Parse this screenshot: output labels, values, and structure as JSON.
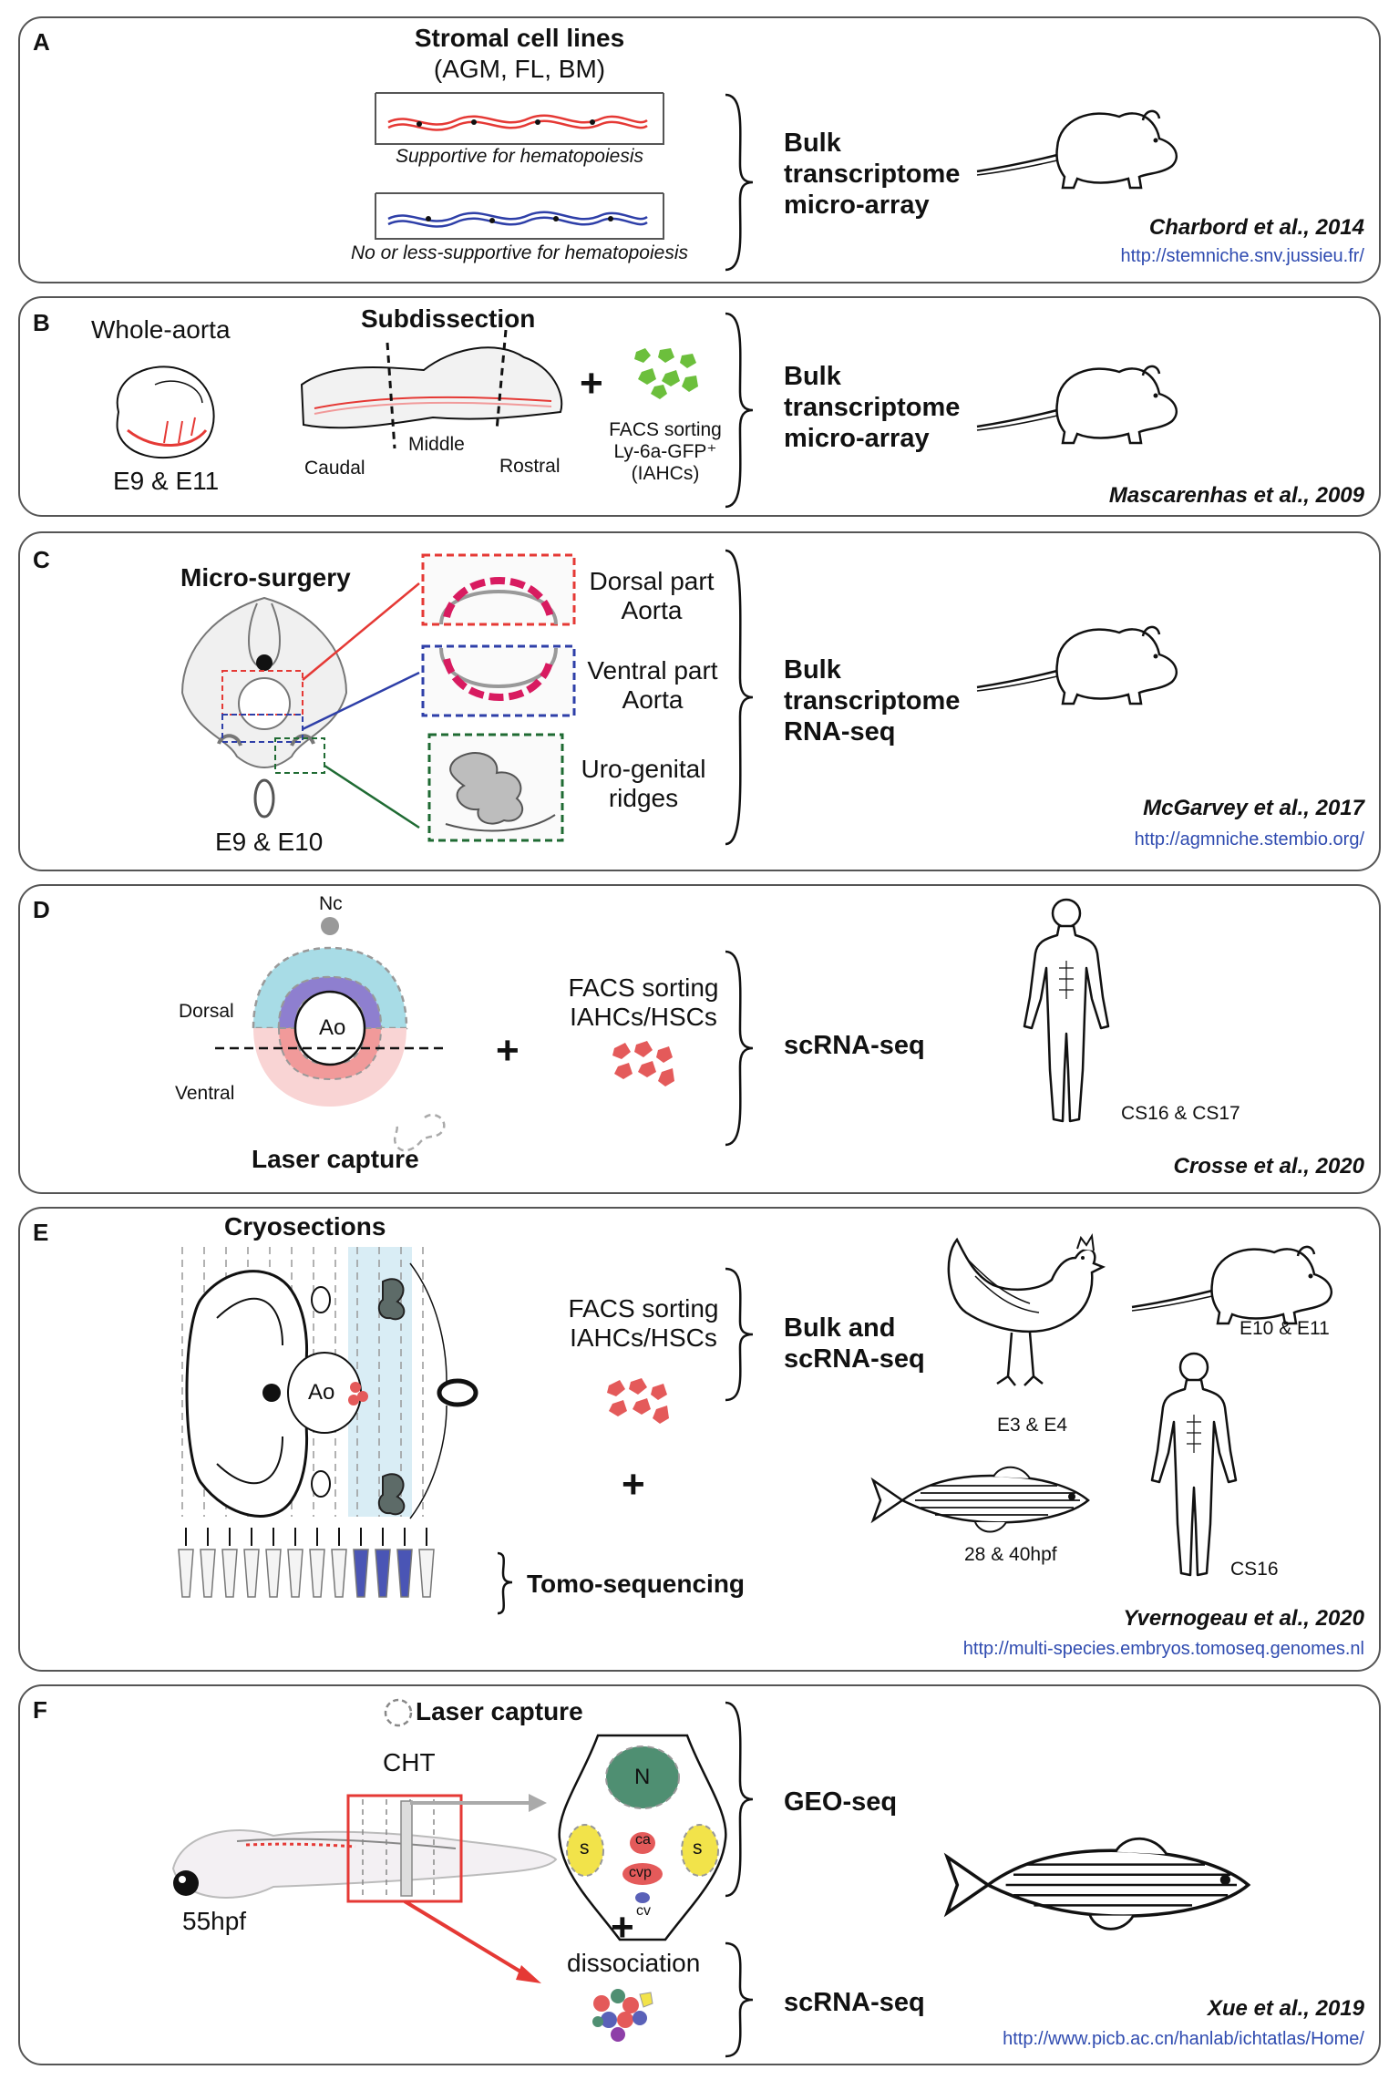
{
  "panels": {
    "A": {
      "letter": "A",
      "title": "Stromal cell lines",
      "subtitle": "(AGM, FL, BM)",
      "supportive": "Supportive for hematopoiesis",
      "less_supportive": "No or less-supportive for hematopoiesis",
      "method_lines": [
        "Bulk",
        "transcriptome",
        "micro-array"
      ],
      "citation": "Charbord et al., 2014",
      "url": "http://stemniche.snv.jussieu.fr/",
      "species": [
        "mouse-icon"
      ]
    },
    "B": {
      "letter": "B",
      "whole": "Whole-aorta",
      "stage": "E9 & E11",
      "subdissection": "Subdissection",
      "caudal": "Caudal",
      "middle": "Middle",
      "rostral": "Rostral",
      "plus": "+",
      "facs_lines": [
        "FACS sorting",
        "Ly-6a-GFP⁺",
        "(IAHCs)"
      ],
      "method_lines": [
        "Bulk",
        "transcriptome",
        "micro-array"
      ],
      "citation": "Mascarenhas et al., 2009",
      "species": [
        "mouse-icon"
      ]
    },
    "C": {
      "letter": "C",
      "micro": "Micro-surgery",
      "stage": "E9 & E10",
      "dorsal_lines": [
        "Dorsal part",
        "Aorta"
      ],
      "ventral_lines": [
        "Ventral part",
        "Aorta"
      ],
      "uro_lines": [
        "Uro-genital",
        "ridges"
      ],
      "method_lines": [
        "Bulk",
        "transcriptome",
        "RNA-seq"
      ],
      "citation": "McGarvey et al., 2017",
      "url": "http://agmniche.stembio.org/",
      "species": [
        "mouse-icon"
      ]
    },
    "D": {
      "letter": "D",
      "nc": "Nc",
      "dorsal": "Dorsal",
      "ventral": "Ventral",
      "ao": "Ao",
      "laser": "Laser capture",
      "plus": "+",
      "facs_lines": [
        "FACS sorting",
        "IAHCs/HSCs"
      ],
      "method": "scRNA-seq",
      "stage": "CS16 & CS17",
      "citation": "Crosse et al., 2020",
      "species": [
        "human-icon"
      ]
    },
    "E": {
      "letter": "E",
      "cryo": "Cryosections",
      "ao": "Ao",
      "facs_lines": [
        "FACS sorting",
        "IAHCs/HSCs"
      ],
      "method_lines": [
        "Bulk and",
        "scRNA-seq"
      ],
      "plus": "+",
      "tomo": "Tomo-sequencing",
      "chicken_stage": "E3 & E4",
      "mouse_stage": "E10 & E11",
      "fish_stage": "28 & 40hpf",
      "human_stage": "CS16",
      "citation": "Yvernogeau et al., 2020",
      "url": "http://multi-species.embryos.tomoseq.genomes.nl",
      "species": [
        "chicken-icon",
        "mouse-icon",
        "zebrafish-icon",
        "human-icon"
      ]
    },
    "F": {
      "letter": "F",
      "laser": "Laser capture",
      "cht": "CHT",
      "stage": "55hpf",
      "section_labels": [
        "N",
        "s",
        "s",
        "ca",
        "cvp",
        "cv"
      ],
      "plus": "+",
      "dissociation": "dissociation",
      "method_geo": "GEO-seq",
      "method_sc": "scRNA-seq",
      "citation": "Xue et al., 2019",
      "url": "http://www.picb.ac.cn/hanlab/ichtatlas/Home/",
      "species": [
        "zebrafish-icon"
      ]
    }
  },
  "colors": {
    "border": "#555555",
    "url": "#2f4bb0",
    "red": "#e53935",
    "blue": "#2e3fa8",
    "green": "#1f6b33",
    "cell_green": "#6cbf3c",
    "cell_red": "#e45a5a",
    "dorsal_fill": "#a8dce6",
    "ventral_fill": "#f4b0b0",
    "purple": "#8e7fcf"
  }
}
